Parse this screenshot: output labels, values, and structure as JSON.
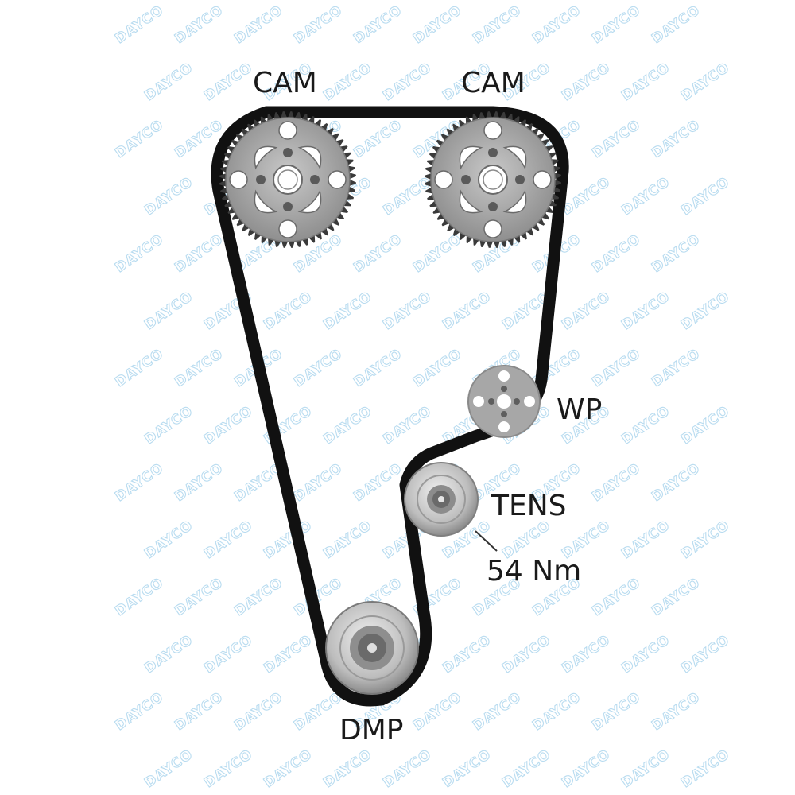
{
  "watermark": {
    "text": "DAYCO",
    "color": "#b9dcf0"
  },
  "labels": {
    "cam_left": "CAM",
    "cam_right": "CAM",
    "water_pump": "WP",
    "tensioner": "TENS",
    "torque": "54 Nm",
    "damper": "DMP"
  },
  "colors": {
    "belt": "#111111",
    "pulley_gray": "#a9a9a9",
    "pulley_dark": "#6d6d6d",
    "watermark": "#b9dcf0"
  },
  "icons": {
    "cam_sprocket": "cam-sprocket-icon",
    "water_pump": "water-pump-pulley-icon",
    "tensioner": "tensioner-pulley-icon",
    "damper": "crankshaft-damper-icon"
  }
}
